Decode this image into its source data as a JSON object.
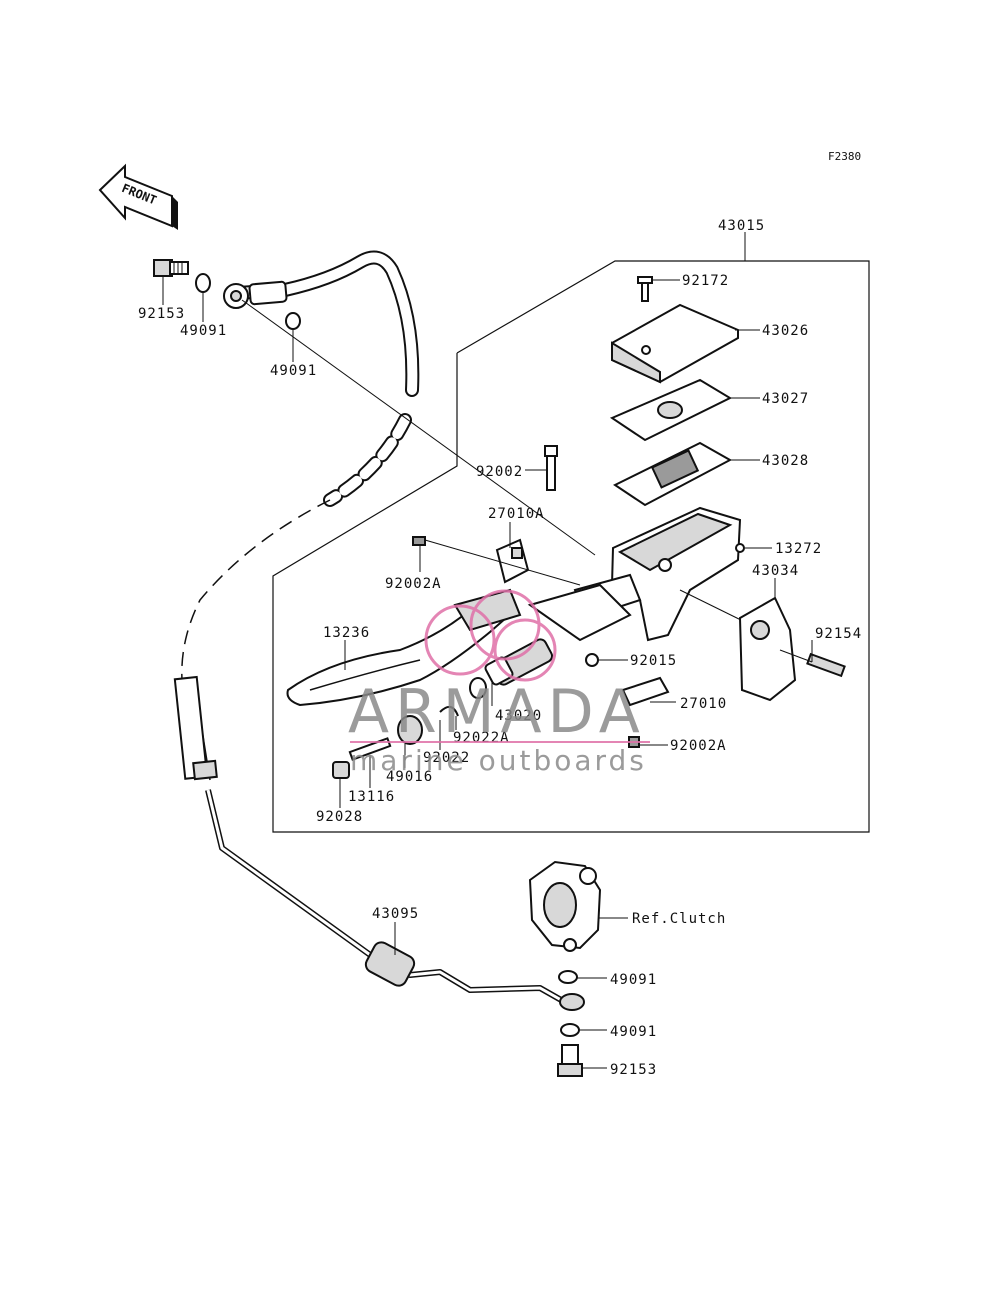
{
  "diagram": {
    "code": "F2380",
    "front_label": "FRONT",
    "watermark": {
      "brand": "ARMADA",
      "tagline": "marine outboards",
      "color_text": "#8a8a8a",
      "color_logo": "#e070a8"
    },
    "labels": [
      {
        "id": "43015",
        "text": "43015"
      },
      {
        "id": "92172",
        "text": "92172"
      },
      {
        "id": "43026",
        "text": "43026"
      },
      {
        "id": "43027",
        "text": "43027"
      },
      {
        "id": "43028",
        "text": "43028"
      },
      {
        "id": "13272",
        "text": "13272"
      },
      {
        "id": "43034",
        "text": "43034"
      },
      {
        "id": "92154",
        "text": "92154"
      },
      {
        "id": "92153-top",
        "text": "92153"
      },
      {
        "id": "49091-top-a",
        "text": "49091"
      },
      {
        "id": "49091-top-b",
        "text": "49091"
      },
      {
        "id": "92002",
        "text": "92002"
      },
      {
        "id": "27010A",
        "text": "27010A"
      },
      {
        "id": "92002A-left",
        "text": "92002A"
      },
      {
        "id": "13236",
        "text": "13236"
      },
      {
        "id": "92015",
        "text": "92015"
      },
      {
        "id": "27010",
        "text": "27010"
      },
      {
        "id": "43020",
        "text": "43020"
      },
      {
        "id": "92022A",
        "text": "92022A"
      },
      {
        "id": "92022",
        "text": "92022"
      },
      {
        "id": "92002A-right",
        "text": "92002A"
      },
      {
        "id": "49016",
        "text": "49016"
      },
      {
        "id": "13116",
        "text": "13116"
      },
      {
        "id": "92028",
        "text": "92028"
      },
      {
        "id": "43095",
        "text": "43095"
      },
      {
        "id": "ref-clutch",
        "text": "Ref.Clutch"
      },
      {
        "id": "49091-bot-a",
        "text": "49091"
      },
      {
        "id": "49091-bot-b",
        "text": "49091"
      },
      {
        "id": "92153-bot",
        "text": "92153"
      }
    ]
  }
}
